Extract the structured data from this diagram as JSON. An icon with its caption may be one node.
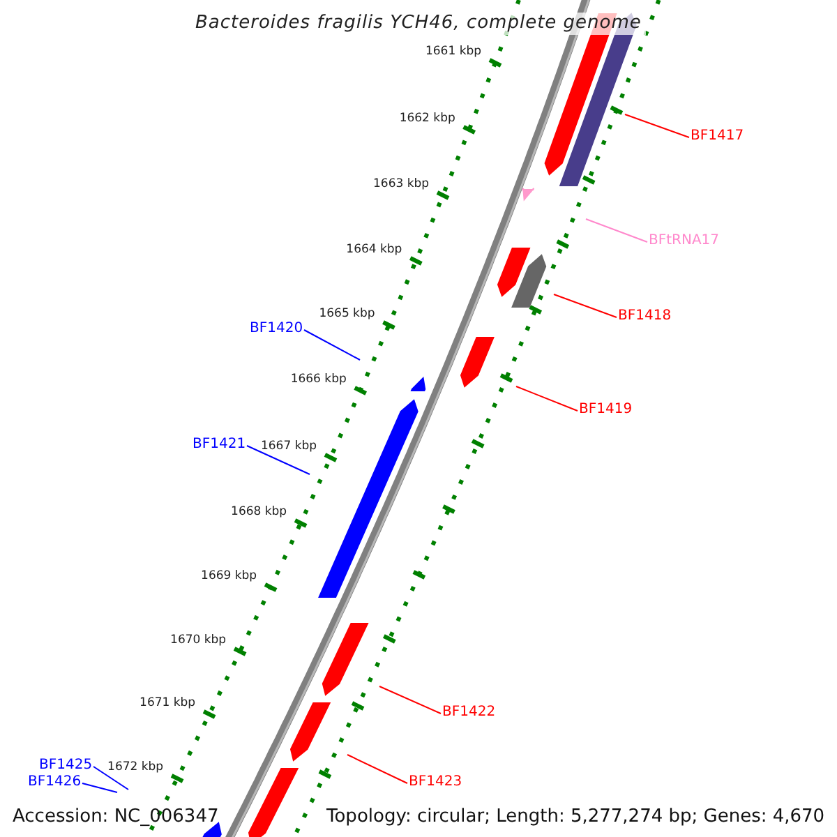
{
  "diagram": {
    "title": "Bacteroides fragilis YCH46, complete genome",
    "nodes": [
      {
        "text": [
          "BF1417"
        ]
      },
      {
        "text": [
          "BFtRNA17"
        ]
      },
      {
        "text": [
          "BF1418"
        ]
      },
      {
        "text": [
          "BF1420"
        ]
      },
      {
        "text": [
          "BF1419"
        ]
      },
      {
        "text": [
          "BF1421"
        ]
      },
      {
        "text": [
          "BF1422"
        ]
      },
      {
        "text": [
          "BF1425"
        ]
      },
      {
        "text": [
          "BF1423"
        ]
      },
      {
        "text": [
          "BF1426"
        ]
      }
    ],
    "edges": [
      {
        "from": 0,
        "to": null,
        "arrow": "none"
      },
      {
        "from": 1,
        "to": null,
        "arrow": "none",
        "color": "#ff88cc"
      },
      {
        "from": 2,
        "to": null,
        "arrow": "none"
      },
      {
        "from": 3,
        "to": null,
        "arrow": "none",
        "color": "#0000ff"
      },
      {
        "from": 4,
        "to": null,
        "arrow": "none"
      },
      {
        "from": 5,
        "to": null,
        "arrow": "none",
        "color": "#0000ff"
      },
      {
        "from": 6,
        "to": null,
        "arrow": "none"
      },
      {
        "from": 7,
        "to": null,
        "arrow": "none",
        "color": "#0000ff"
      },
      {
        "from": 8,
        "to": null,
        "arrow": "none"
      },
      {
        "from": 9,
        "to": null,
        "arrow": "none",
        "color": "#0000ff"
      }
    ],
    "labels": [
      "1661 kbp",
      "1662 kbp",
      "1663 kbp",
      "1664 kbp",
      "1665 kbp",
      "1666 kbp",
      "1667 kbp",
      "1668 kbp",
      "1669 kbp",
      "1670 kbp",
      "1671 kbp",
      "1672 kbp",
      "Accession: NC_006347",
      "Topology: circular; Length: 5,277,274 bp; Genes: 4,670"
    ]
  }
}
